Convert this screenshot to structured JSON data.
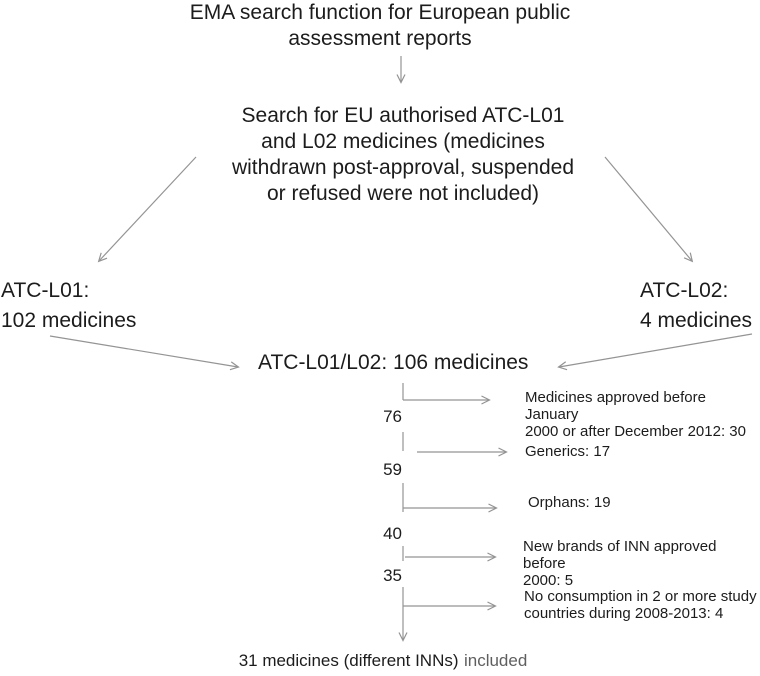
{
  "colors": {
    "text": "#1c1c1c",
    "arrow": "#949494",
    "final_suffix": "#5f5f5f"
  },
  "flowchart": {
    "title": {
      "lines": [
        "EMA search function for European public",
        "assessment reports"
      ]
    },
    "search_step": {
      "lines": [
        "Search for EU authorised ATC-L01",
        "and L02 medicines (medicines",
        "withdrawn post-approval, suspended",
        "or refused were not included)"
      ]
    },
    "branch_left": {
      "lines": [
        "ATC-L01:",
        "102 medicines"
      ]
    },
    "branch_right": {
      "lines": [
        "ATC-L02:",
        "4 medicines"
      ]
    },
    "merged": {
      "label": "ATC-L01/L02: 106 medicines"
    },
    "spine": {
      "remaining_counts": [
        "76",
        "59",
        "40",
        "35"
      ],
      "exclusions": [
        {
          "lines": [
            "Medicines approved before January",
            "2000 or after December 2012: 30"
          ]
        },
        {
          "lines": [
            "Generics: 17"
          ]
        },
        {
          "lines": [
            "Orphans: 19"
          ]
        },
        {
          "lines": [
            "New brands of INN approved before",
            "2000: 5"
          ]
        },
        {
          "lines": [
            "No consumption in 2 or more study",
            "countries during 2008-2013: 4"
          ]
        }
      ]
    },
    "final": {
      "main": "31 medicines (different INNs)",
      "suffix": "included"
    }
  }
}
